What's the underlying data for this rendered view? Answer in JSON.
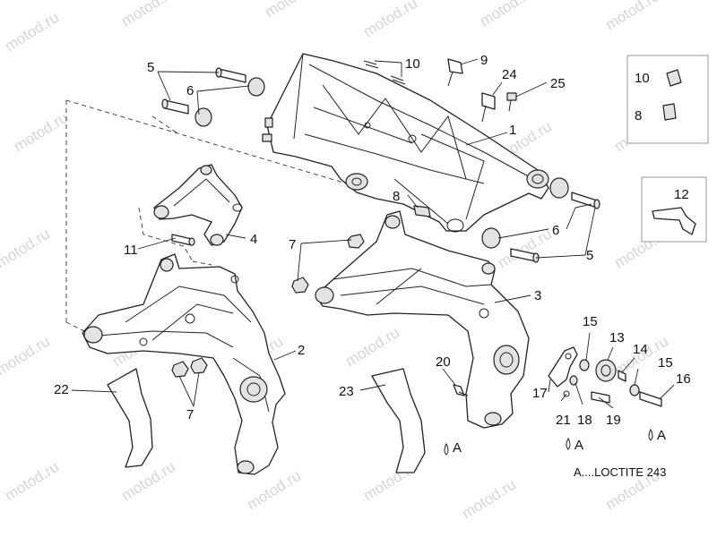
{
  "watermark": "motod.ru",
  "callouts": {
    "c1": "1",
    "c2": "2",
    "c3": "3",
    "c4": "4",
    "c5a": "5",
    "c5b": "5",
    "c6a": "6",
    "c6b": "6",
    "c7a": "7",
    "c7b": "7",
    "c8a": "8",
    "c8b": "8",
    "c9": "9",
    "c10a": "10",
    "c10b": "10",
    "c11": "11",
    "c12": "12",
    "c13": "13",
    "c14": "14",
    "c15a": "15",
    "c15b": "15",
    "c16": "16",
    "c17": "17",
    "c18": "18",
    "c19": "19",
    "c20": "20",
    "c21": "21",
    "c22": "22",
    "c23": "23",
    "c24": "24",
    "c25": "25"
  },
  "loctite_marks": {
    "m1": "A",
    "m2": "A",
    "m3": "A"
  },
  "legend": "A....LOCTITE 243"
}
